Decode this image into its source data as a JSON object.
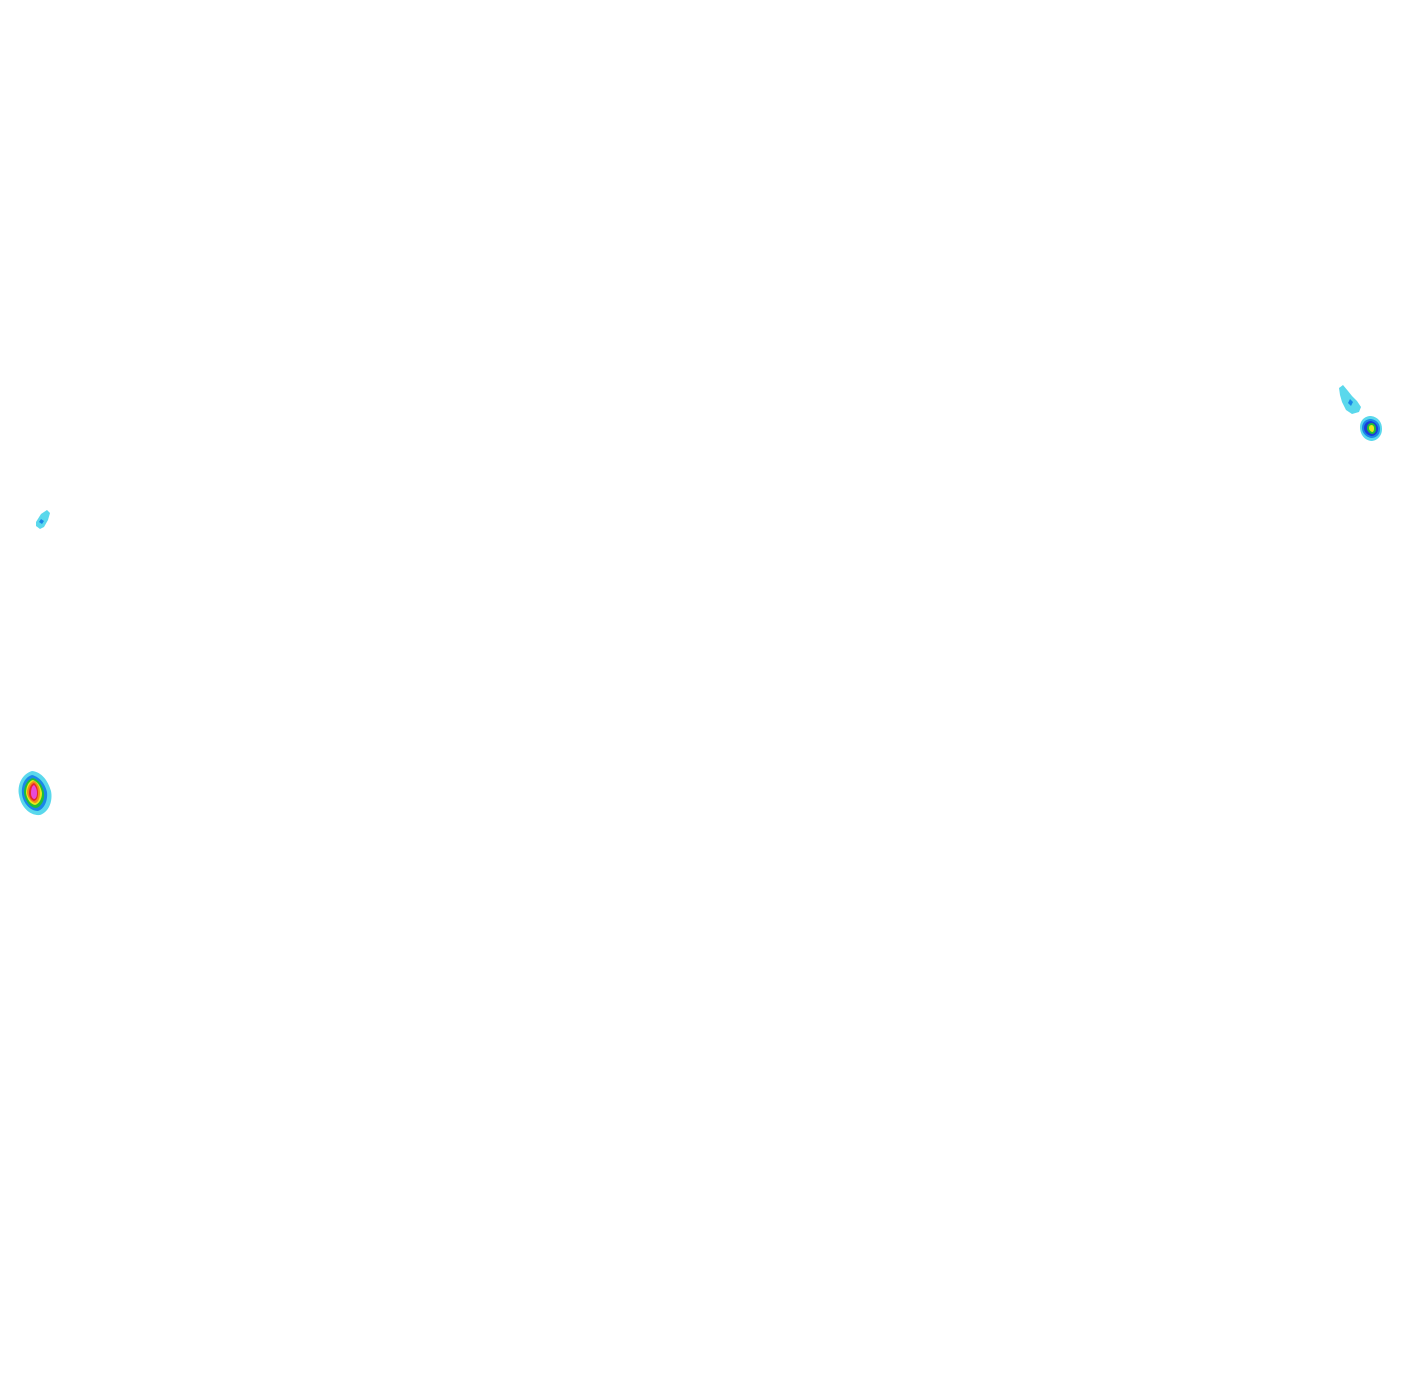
{
  "colors": {
    "background": "#ffffff",
    "level_1": "#5ad8ec",
    "level_2": "#1a86e8",
    "level_3": "#1a3fd6",
    "level_4": "#1fbf3a",
    "level_5": "#e8e81a",
    "level_6": "#f08a1a",
    "level_7": "#e6262a",
    "level_8": "#e84ad8"
  },
  "echoes": [
    {
      "name": "echo-west-small",
      "levels": [
        "level_1",
        "level_2"
      ]
    },
    {
      "name": "echo-southwest-strong",
      "levels": [
        "level_1",
        "level_2",
        "level_4",
        "level_5",
        "level_6",
        "level_7",
        "level_8"
      ]
    },
    {
      "name": "echo-east-north",
      "levels": [
        "level_1",
        "level_2"
      ]
    },
    {
      "name": "echo-east-south",
      "levels": [
        "level_1",
        "level_2",
        "level_3",
        "level_4",
        "level_5"
      ]
    }
  ]
}
